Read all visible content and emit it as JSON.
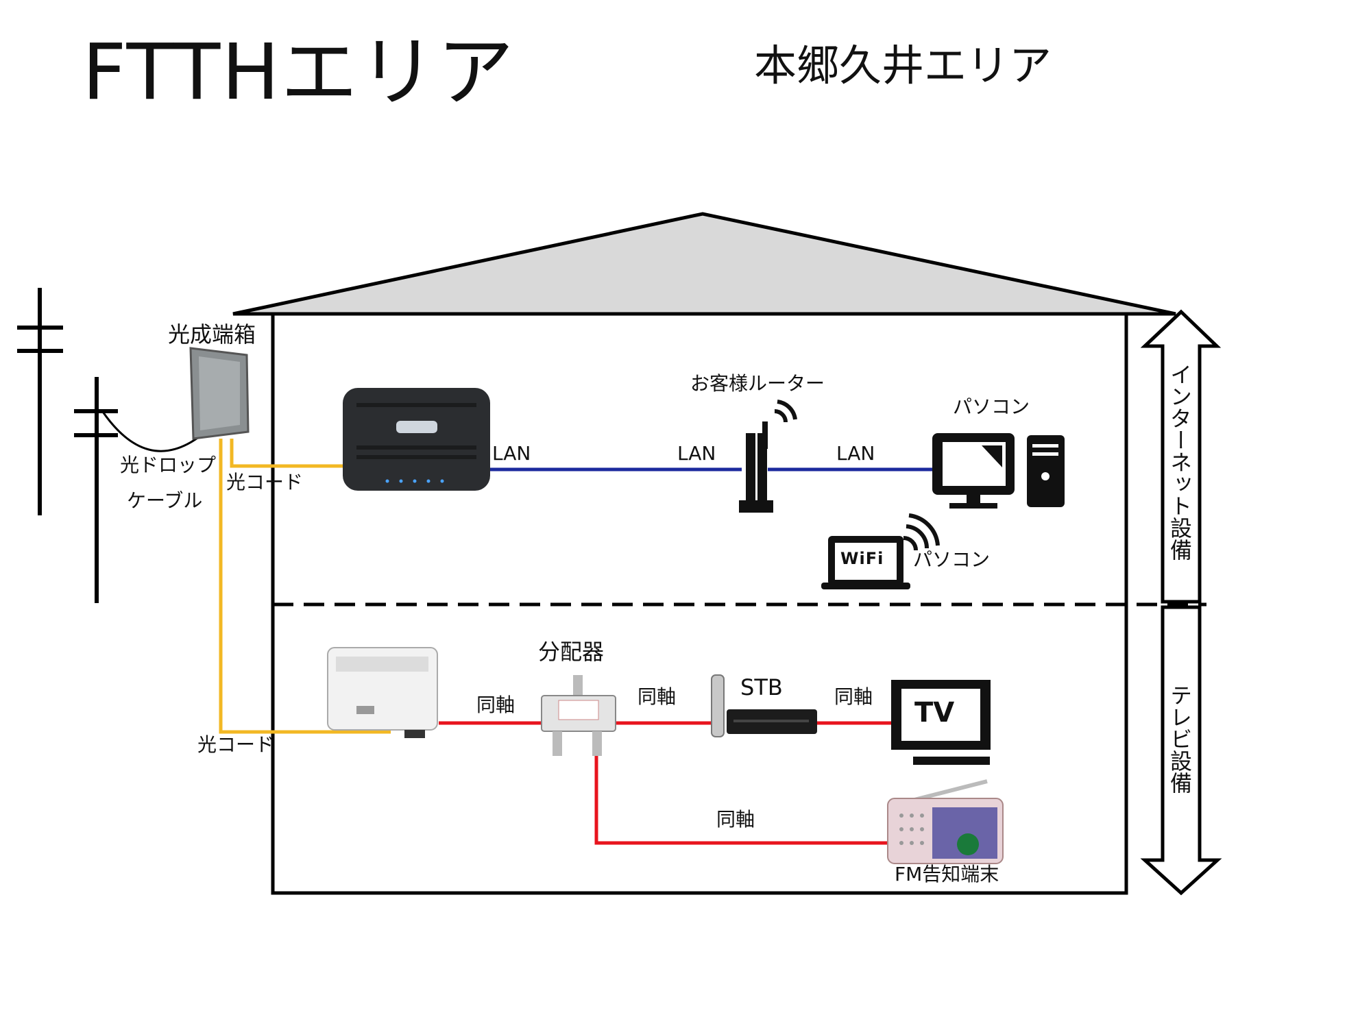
{
  "title": "FTTHエリア",
  "area": "本郷久井エリア",
  "labels": {
    "box": "光成端箱",
    "drop_cable_1": "光ドロップ",
    "drop_cable_2": "ケーブル",
    "optical_cord_1": "光コード",
    "optical_cord_2": "光コード",
    "lan_1": "LAN",
    "lan_2": "LAN",
    "lan_3": "LAN",
    "router": "お客様ルーター",
    "pc_1": "パソコン",
    "pc_2": "パソコン",
    "wifi": "WiFi",
    "splitter": "分配器",
    "coax_1": "同軸",
    "coax_2": "同軸",
    "coax_3": "同軸",
    "coax_4": "同軸",
    "stb": "STB",
    "tv": "TV",
    "fm": "FM告知端末",
    "internet": "インターネット設備",
    "tv_equipment": "テレビ設備"
  },
  "colors": {
    "fiber": "#f2b824",
    "lan": "#1c2a9e",
    "coax": "#e8141e",
    "roof": "#d9d9d9"
  }
}
